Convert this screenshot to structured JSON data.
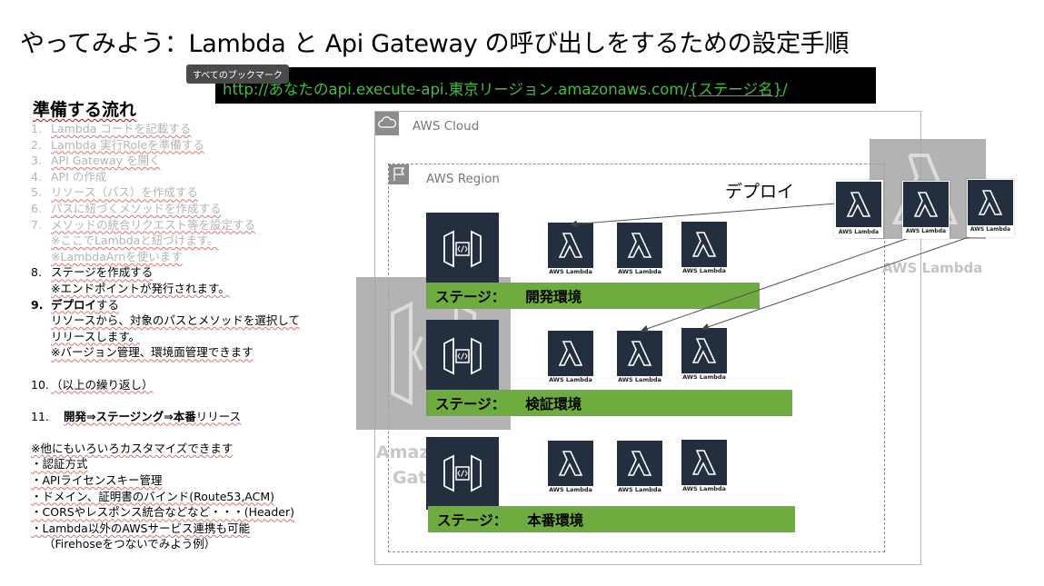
{
  "title": "やってみよう：Lambda と Api Gateway の呼び出しをするための設定手順",
  "bookmark_tooltip": "すべてのブックマーク",
  "url": {
    "prefix": "http://あなたのapi.execute-api.東京リージョン.amazonaws.com/",
    "stage": "{ステージ名}",
    "suffix": "/"
  },
  "prep": {
    "heading": "準備する流れ",
    "steps": [
      {
        "num": "1.",
        "text": "Lambda コードを記載する"
      },
      {
        "num": "2.",
        "text": "Lambda 実行Roleを準備する"
      },
      {
        "num": "3.",
        "text": "API Gateway を開く"
      },
      {
        "num": "4.",
        "text": "API の作成"
      },
      {
        "num": "5.",
        "text": "リソース（パス）を作成する"
      },
      {
        "num": "6.",
        "text": "パスに紐づくメソッドを作成する"
      },
      {
        "num": "7.",
        "text": "メソッドの統合リクエスト等を設定する"
      },
      {
        "num": "",
        "text": "※ここでLambdaと紐づけます。"
      },
      {
        "num": "",
        "text": "※LambdaArnを使います"
      },
      {
        "num": "8.",
        "text": "ステージを作成する"
      },
      {
        "num": "",
        "text": "※エンドポイントが発行されます。"
      },
      {
        "num": "9.",
        "text_bold": "デプロイ",
        "text": "する"
      },
      {
        "num": "",
        "text": "リソースから、対象のパスとメソッドを選択して"
      },
      {
        "num": "",
        "text": "リリースします。"
      },
      {
        "num": "",
        "text": "※バージョン管理、環境面管理できます"
      },
      {
        "num": "10.",
        "text": "（以上の繰り返し）"
      },
      {
        "num": "11.",
        "text_bold": "開発⇒ステージング⇒本番",
        "text": "リリース"
      }
    ],
    "custom_heading": "※他にもいろいろカスタマイズできます",
    "custom_items": [
      "・認証方式",
      "・APIライセンスキー管理",
      "・ドメイン、証明書のバインド(Route53,ACM)",
      "・CORSやレスポンス統合などなど・・・(Header)",
      "・Lambda以外のAWSサービス連携も可能",
      "（Firehoseをつないでみよう例）"
    ]
  },
  "diagram": {
    "cloud_label": "AWS Cloud",
    "region_label": "AWS Region",
    "deploy_label": "デプロイ",
    "lambda_caption": "AWS Lambda",
    "faded_lambda_label": "AWS Lambda",
    "faded_apigw_label_1": "Amaz",
    "faded_apigw_label_2": "Gate",
    "stage_prefix": "ステージ：",
    "stages": [
      "開発環境",
      "検証環境",
      "本番環境"
    ]
  },
  "colors": {
    "aws_dark": "#232f3e",
    "stage_green": "#6fac3f",
    "url_green": "#3fbf3f"
  }
}
